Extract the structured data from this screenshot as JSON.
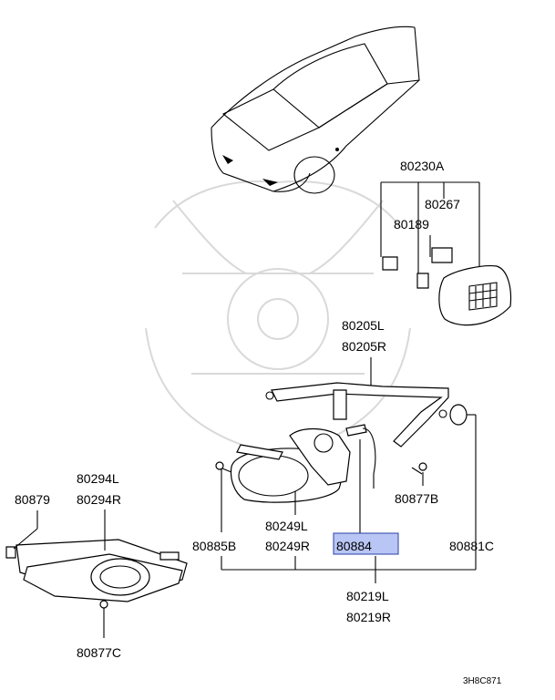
{
  "diagram": {
    "part_labels": {
      "p80230A": "80230A",
      "p80267": "80267",
      "p80189": "80189",
      "p80205L": "80205L",
      "p80205R": "80205R",
      "p80294L": "80294L",
      "p80294R": "80294R",
      "p80879": "80879",
      "p80877B": "80877B",
      "p80249L": "80249L",
      "p80249R": "80249R",
      "p80885B": "80885B",
      "p80884": "80884",
      "p80881C": "80881C",
      "p80219L": "80219L",
      "p80219R": "80219R",
      "p80877C": "80877C"
    },
    "highlighted_part": "80884",
    "highlight_color": "#b9c6f5",
    "figure_code": "3H8C871"
  }
}
